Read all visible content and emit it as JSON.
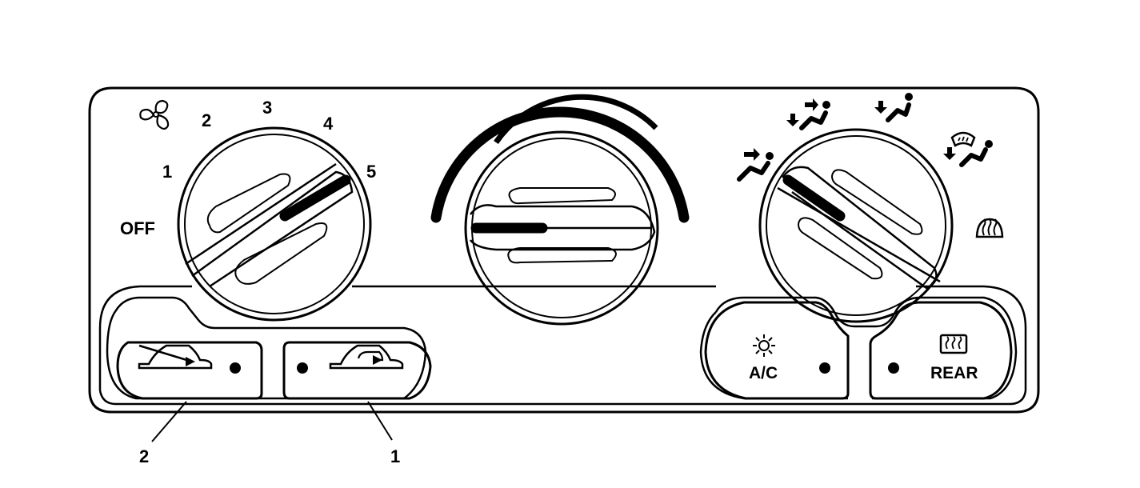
{
  "fan_speed_labels": [
    "OFF",
    "1",
    "2",
    "3",
    "4",
    "5"
  ],
  "ac_button_label": "A/C",
  "rear_button_label": "REAR",
  "callouts": [
    "1",
    "2"
  ],
  "icons": {
    "fan": "fan-icon",
    "vent": "vent-mode-icon",
    "bilevel": "bilevel-mode-icon",
    "floor": "floor-mode-icon",
    "defog": "floor-defrost-mode-icon",
    "defrost": "defrost-icon",
    "ac": "snowflake-sun-icon",
    "rear_defrost": "rear-defrost-icon",
    "outside_air": "outside-air-icon",
    "recirculation": "recirculation-icon"
  },
  "colors": {
    "line": "#000000",
    "background": "#ffffff"
  }
}
